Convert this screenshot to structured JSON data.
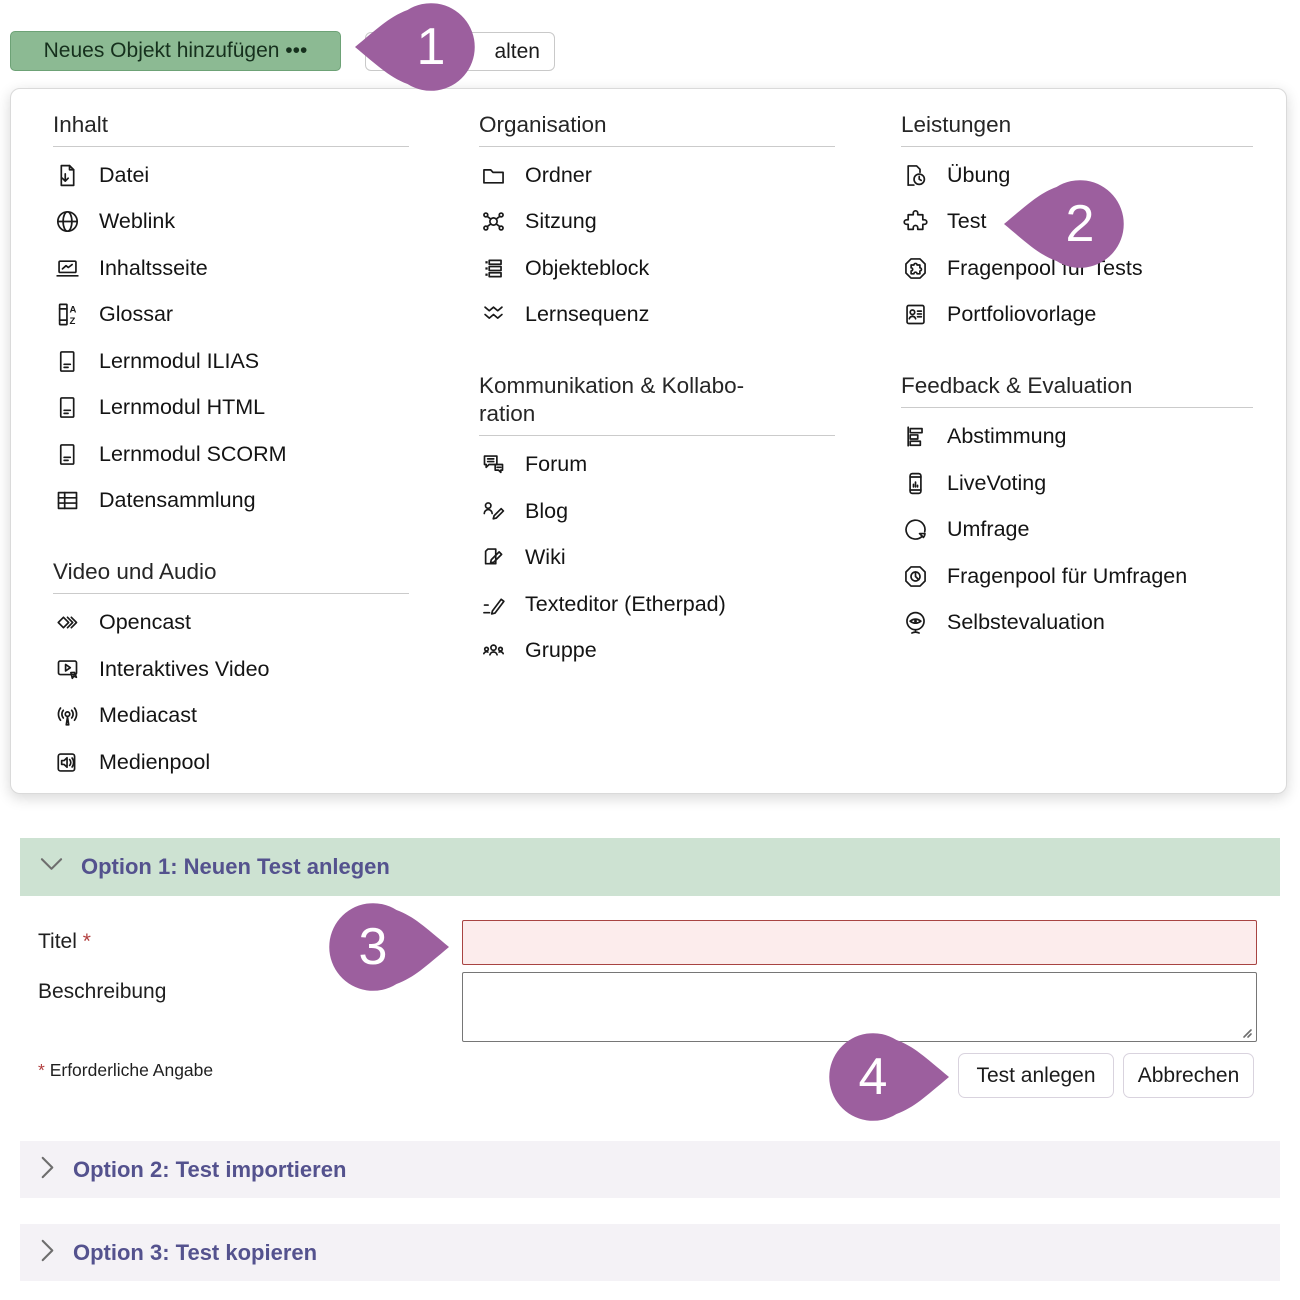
{
  "toolbar": {
    "add_button_label": "Neues Objekt hinzufügen •••",
    "partial_button_label": "alten"
  },
  "annotations": {
    "marker_color": "#9c5f9e",
    "markers": [
      {
        "number": "1",
        "points": "left",
        "target": "add-object-button"
      },
      {
        "number": "2",
        "points": "left",
        "target": "menu-item-test"
      },
      {
        "number": "3",
        "points": "right",
        "target": "title-input"
      },
      {
        "number": "4",
        "points": "right",
        "target": "submit-button"
      }
    ]
  },
  "menu": {
    "columns": [
      {
        "sections": [
          {
            "title": "Inhalt",
            "items": [
              {
                "icon": "file-download-icon",
                "label": "Datei"
              },
              {
                "icon": "globe-icon",
                "label": "Weblink"
              },
              {
                "icon": "content-page-icon",
                "label": "Inhaltsseite"
              },
              {
                "icon": "glossary-icon",
                "label": "Glossar"
              },
              {
                "icon": "learning-module-icon",
                "label": "Lernmodul ILIAS"
              },
              {
                "icon": "learning-module-icon",
                "label": "Lernmodul HTML"
              },
              {
                "icon": "learning-module-icon",
                "label": "Lernmodul SCORM"
              },
              {
                "icon": "table-icon",
                "label": "Datensammlung"
              }
            ]
          },
          {
            "title": "Video und Audio",
            "items": [
              {
                "icon": "opencast-icon",
                "label": "Opencast"
              },
              {
                "icon": "interactive-video-icon",
                "label": "Interaktives Video"
              },
              {
                "icon": "broadcast-icon",
                "label": "Mediacast"
              },
              {
                "icon": "speaker-icon",
                "label": "Medienpool"
              }
            ]
          }
        ]
      },
      {
        "sections": [
          {
            "title": "Organisation",
            "items": [
              {
                "icon": "folder-icon",
                "label": "Ordner"
              },
              {
                "icon": "session-icon",
                "label": "Sitzung"
              },
              {
                "icon": "item-block-icon",
                "label": "Objekteblock"
              },
              {
                "icon": "sequence-icon",
                "label": "Lernsequenz"
              }
            ]
          },
          {
            "title": "Kommunikation & Kollabo­ration",
            "items": [
              {
                "icon": "forum-icon",
                "label": "Forum"
              },
              {
                "icon": "blog-icon",
                "label": "Blog"
              },
              {
                "icon": "wiki-icon",
                "label": "Wiki"
              },
              {
                "icon": "texteditor-icon",
                "label": "Texteditor (Etherpad)"
              },
              {
                "icon": "group-icon",
                "label": "Gruppe"
              }
            ]
          }
        ]
      },
      {
        "sections": [
          {
            "title": "Leistungen",
            "items": [
              {
                "icon": "exercise-icon",
                "label": "Übung"
              },
              {
                "icon": "puzzle-icon",
                "label": "Test"
              },
              {
                "icon": "question-pool-icon",
                "label": "Fragenpool für Tests"
              },
              {
                "icon": "portfolio-icon",
                "label": "Portfoliovorlage"
              }
            ]
          },
          {
            "title": "Feedback & Evaluation",
            "items": [
              {
                "icon": "poll-icon",
                "label": "Abstimmung"
              },
              {
                "icon": "livevoting-icon",
                "label": "LiveVoting"
              },
              {
                "icon": "survey-icon",
                "label": "Umfrage"
              },
              {
                "icon": "survey-pool-icon",
                "label": "Fragenpool für Umfragen"
              },
              {
                "icon": "self-evaluation-icon",
                "label": "Selbstevaluation"
              }
            ]
          }
        ]
      }
    ]
  },
  "form": {
    "section_title": "Option 1: Neuen Test anlegen",
    "title_label": "Titel",
    "required_mark": "*",
    "title_value": "",
    "description_label": "Beschreibung",
    "description_value": "",
    "required_note": "Erforderliche Angabe",
    "submit_label": "Test anlegen",
    "cancel_label": "Abbrechen"
  },
  "collapsed": [
    {
      "title": "Option 2: Test importieren"
    },
    {
      "title": "Option 3: Test kopieren"
    }
  ],
  "colors": {
    "primary_button_bg": "#8cba93",
    "open_section_bg": "#cde2d2",
    "collapsed_section_bg": "#f4f2f6",
    "section_title_color": "#54528e",
    "marker": "#9c5f9e",
    "error_border": "#a84442",
    "error_bg": "#fcecec"
  }
}
